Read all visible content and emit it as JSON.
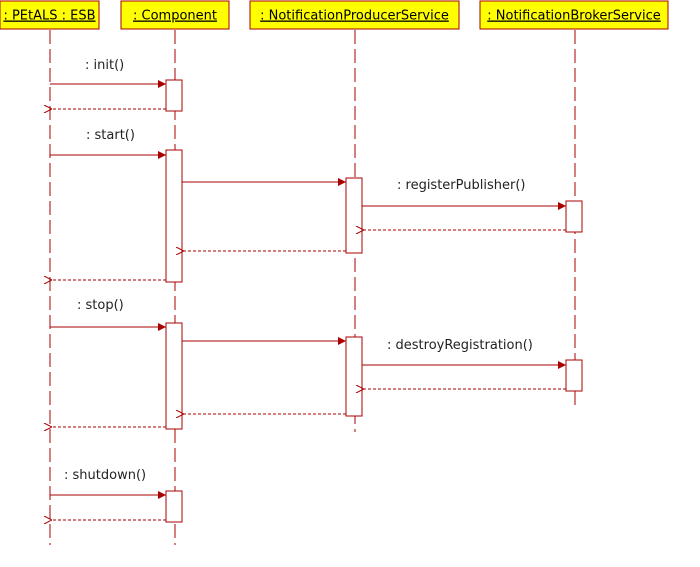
{
  "diagram": {
    "type": "uml-sequence",
    "participants": [
      ": PEtALS : ESB",
      " : Component",
      " : NotificationProducerService",
      " : NotificationBrokerService"
    ],
    "messages": {
      "init": ": init()",
      "start": ": start()",
      "register": ": registerPublisher()",
      "stop": ": stop()",
      "destroy": ": destroyRegistration()",
      "shutdown": ": shutdown()"
    },
    "colors": {
      "line": "#aa0000",
      "header_fill": "#ffff00"
    }
  }
}
